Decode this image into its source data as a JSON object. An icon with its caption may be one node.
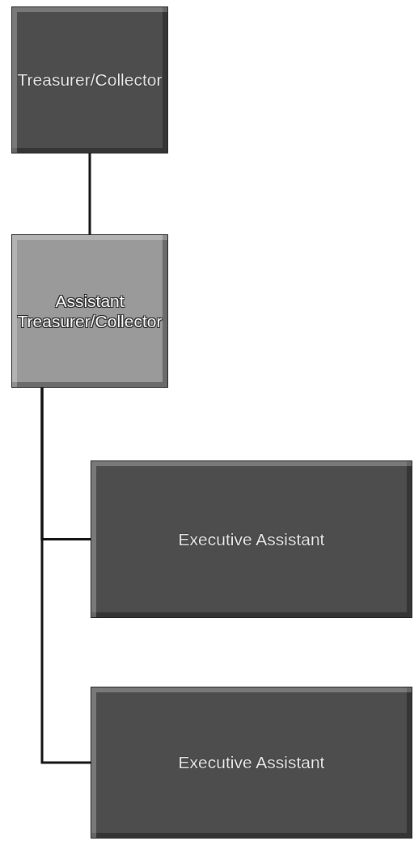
{
  "diagram": {
    "nodes": [
      {
        "text": [
          "Treasurer/Collector"
        ]
      },
      {
        "text": [
          "Assistant Treasurer/Collector"
        ]
      },
      {
        "text": [
          "Executive Assistant"
        ]
      },
      {
        "text": [
          "Executive Assistant"
        ]
      }
    ],
    "edges": [
      {
        "from": 0,
        "to": 1,
        "arrow": "none"
      },
      {
        "from": 1,
        "to": 2,
        "arrow": "none"
      },
      {
        "from": 1,
        "to": 3,
        "arrow": "none"
      }
    ]
  }
}
